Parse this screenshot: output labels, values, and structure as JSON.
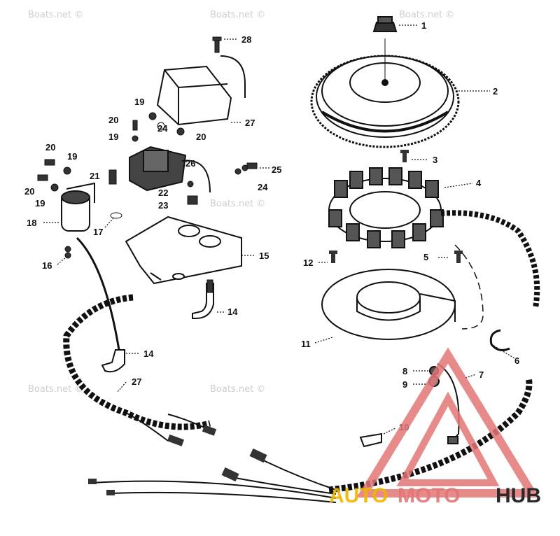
{
  "diagram": {
    "callouts": [
      {
        "id": "c1",
        "label": "1"
      },
      {
        "id": "c2",
        "label": "2"
      },
      {
        "id": "c3",
        "label": "3"
      },
      {
        "id": "c4",
        "label": "4"
      },
      {
        "id": "c5",
        "label": "5"
      },
      {
        "id": "c6",
        "label": "6"
      },
      {
        "id": "c7",
        "label": "7"
      },
      {
        "id": "c8",
        "label": "8"
      },
      {
        "id": "c9",
        "label": "9"
      },
      {
        "id": "c10",
        "label": "10"
      },
      {
        "id": "c11",
        "label": "11"
      },
      {
        "id": "c12",
        "label": "12"
      },
      {
        "id": "c14a",
        "label": "14"
      },
      {
        "id": "c14b",
        "label": "14"
      },
      {
        "id": "c15",
        "label": "15"
      },
      {
        "id": "c16",
        "label": "16"
      },
      {
        "id": "c17",
        "label": "17"
      },
      {
        "id": "c18",
        "label": "18"
      },
      {
        "id": "c19a",
        "label": "19"
      },
      {
        "id": "c19b",
        "label": "19"
      },
      {
        "id": "c19c",
        "label": "19"
      },
      {
        "id": "c19d",
        "label": "19"
      },
      {
        "id": "c20a",
        "label": "20"
      },
      {
        "id": "c20b",
        "label": "20"
      },
      {
        "id": "c20c",
        "label": "20"
      },
      {
        "id": "c20d",
        "label": "20"
      },
      {
        "id": "c21",
        "label": "21"
      },
      {
        "id": "c22",
        "label": "22"
      },
      {
        "id": "c23",
        "label": "23"
      },
      {
        "id": "c24a",
        "label": "24"
      },
      {
        "id": "c24b",
        "label": "24"
      },
      {
        "id": "c25",
        "label": "25"
      },
      {
        "id": "c26",
        "label": "26"
      },
      {
        "id": "c27a",
        "label": "27"
      },
      {
        "id": "c27b",
        "label": "27"
      },
      {
        "id": "c28",
        "label": "28"
      }
    ],
    "watermarks": [
      "Boats.net ©",
      "Boats.net ©",
      "Boats.net ©",
      "Boats.net ©",
      "Boats.net ©",
      "Boats.net ©"
    ],
    "logo": {
      "part1": "AUTO",
      "part2": "MOTO",
      "part3": "HUB",
      "color1": "#f0b400",
      "color2": "#e37575",
      "color3": "#2a2a2a"
    }
  }
}
